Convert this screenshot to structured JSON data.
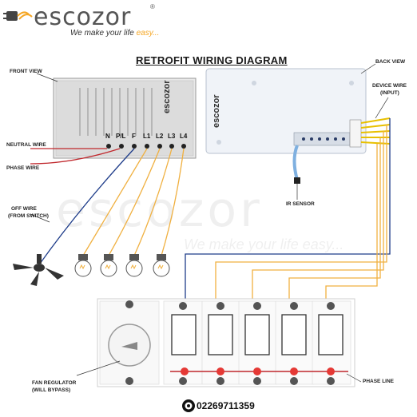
{
  "brand": {
    "name": "escozor",
    "registered": "®",
    "tagline": "We make your life",
    "tagline_accent": "easy...",
    "accent_color": "#f5a623"
  },
  "diagram": {
    "title": "RETROFIT WIRING DIAGRAM",
    "labels": {
      "front_view": "FRONT VIEW",
      "back_view": "BACK VIEW",
      "neutral_wire": "NEUTRAL WIRE",
      "phase_wire": "PHASE WIRE",
      "off_wire_1": "OFF WIRE",
      "off_wire_2": "(FROM SWITCH)",
      "device_wire_1": "DEVICE WIRE",
      "device_wire_2": "(INPUT)",
      "ir_sensor": "IR SENSOR",
      "fan_regulator_1": "FAN REGULATOR",
      "fan_regulator_2": "(WILL BYPASS)",
      "phase_line": "PHASE LINE"
    },
    "terminals": [
      "N",
      "P/L",
      "F",
      "L1",
      "L2",
      "L3",
      "L4"
    ],
    "device_brand": "escozor",
    "watermark": "escozor",
    "watermark_tagline": "We make your life easy...",
    "phone": "02269711359",
    "colors": {
      "wire_orange": "#f0b040",
      "wire_blue": "#1f3d8a",
      "wire_red": "#c0282d",
      "switch_indicator": "#e53935"
    }
  }
}
